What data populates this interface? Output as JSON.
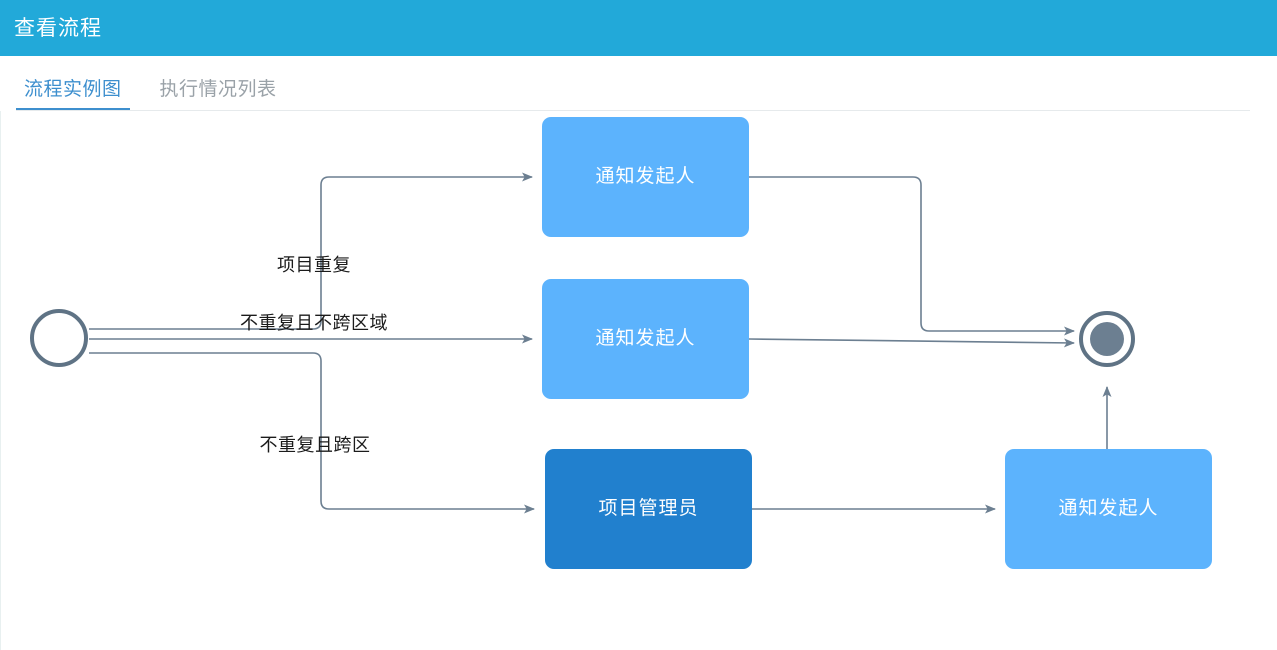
{
  "header": {
    "title": "查看流程"
  },
  "tabs": [
    {
      "label": "流程实例图",
      "state": "active"
    },
    {
      "label": "执行情况列表",
      "state": "inactive"
    }
  ],
  "colors": {
    "header_bg": "#22a9d9",
    "tab_active": "#3d8fce",
    "tab_inactive": "#9aa2a8",
    "node_light": "#5cb3fd",
    "node_dark": "#2180ce",
    "edge_stroke": "#6c7f91",
    "terminal_stroke": "#5f7385",
    "terminal_fill": "#6c7f91"
  },
  "diagram": {
    "type": "flowchart",
    "start_node": {
      "name": "start-event",
      "shape": "circle",
      "label": ""
    },
    "end_node": {
      "name": "end-event",
      "shape": "double-circle",
      "label": ""
    },
    "nodes": [
      {
        "id": "notify-top",
        "label": "通知发起人",
        "fill": "light"
      },
      {
        "id": "notify-middle",
        "label": "通知发起人",
        "fill": "light"
      },
      {
        "id": "pm-admin",
        "label": "项目管理员",
        "fill": "dark"
      },
      {
        "id": "notify-right",
        "label": "通知发起人",
        "fill": "light"
      }
    ],
    "edge_labels": [
      {
        "id": "edge-label-duplicate",
        "text": "项目重复"
      },
      {
        "id": "edge-label-no-dup-no-cross",
        "text": "不重复且不跨区域"
      },
      {
        "id": "edge-label-no-dup-cross",
        "text": "不重复且跨区"
      }
    ]
  }
}
